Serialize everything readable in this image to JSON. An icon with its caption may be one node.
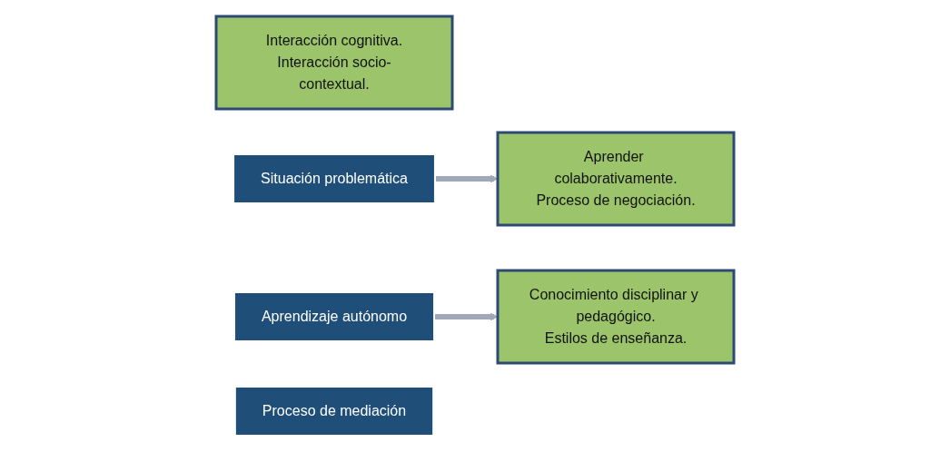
{
  "diagram": {
    "nodes": [
      {
        "text": [
          "Interacción cognitiva.",
          "Interacción socio-contextual."
        ]
      },
      {
        "text": [
          "Situación problemática"
        ]
      },
      {
        "text": [
          "Aprendizaje autónomo"
        ]
      },
      {
        "text": [
          "Aprender colaborativamente.",
          "Proceso de negociación."
        ]
      },
      {
        "text": [
          "Conocimiento disciplinar y pedagógico.",
          "Estilos de enseñanza."
        ]
      },
      {
        "text": [
          "Proceso de mediación"
        ]
      }
    ],
    "edges": [
      {
        "from": 1,
        "to": 3,
        "arrow": "to"
      },
      {
        "from": 2,
        "to": 4,
        "arrow": "to"
      }
    ]
  }
}
